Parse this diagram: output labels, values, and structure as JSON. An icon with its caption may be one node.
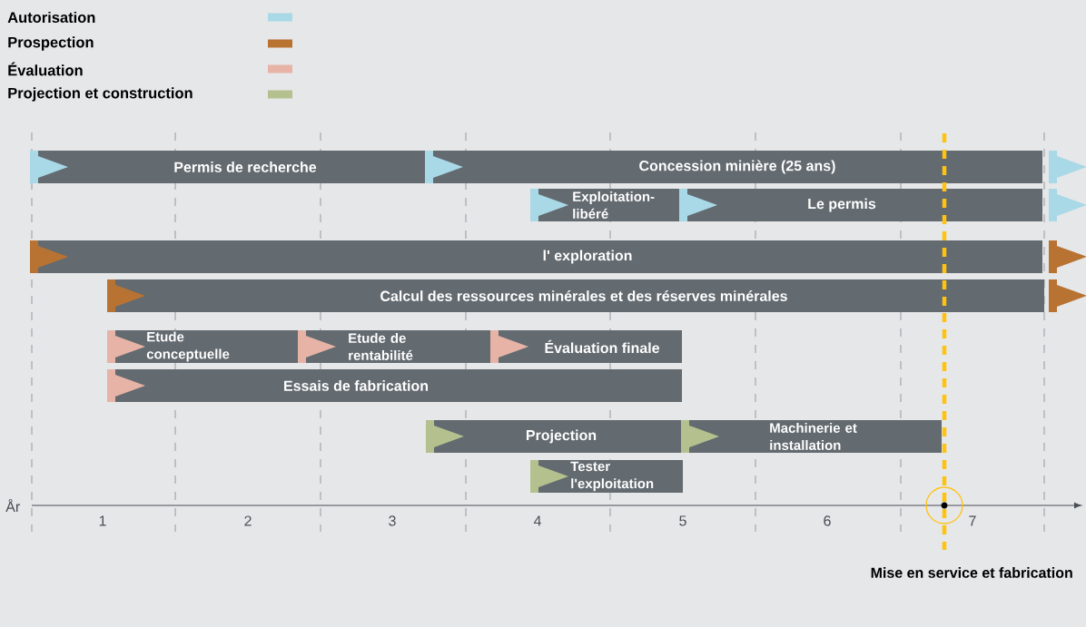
{
  "diagram": {
    "nodes": [
      {
        "text": [
          "Permis de recherche"
        ]
      },
      {
        "text": [
          "Concession minière (25 ans)"
        ]
      },
      {
        "text": [
          "Exploitation-libéré"
        ]
      },
      {
        "text": [
          "Le permis"
        ]
      },
      {
        "text": [
          "l' exploration"
        ]
      },
      {
        "text": [
          "Calcul des ressources minérales et des réserves minérales"
        ]
      },
      {
        "text": [
          "Etude conceptuelle"
        ]
      },
      {
        "text": [
          "Etude de rentabilité"
        ]
      },
      {
        "text": [
          "Évaluation finale"
        ]
      },
      {
        "text": [
          "Essais de fabrication"
        ]
      },
      {
        "text": [
          "Projection"
        ]
      },
      {
        "text": [
          "Machinerie et installation"
        ]
      },
      {
        "text": [
          "Tester l'exploitation"
        ]
      }
    ],
    "labels": [
      "År",
      "1",
      "2",
      "3",
      "4",
      "5",
      "6",
      "7",
      "Mise en service et fabrication"
    ],
    "legend": [
      {
        "text": "Autorisation",
        "color": "#a9d8e6"
      },
      {
        "text": "Prospection",
        "color": "#b87333"
      },
      {
        "text": "Évaluation",
        "color": "#e6b3a6"
      },
      {
        "text": "Projection et construction",
        "color": "#b4c18e"
      }
    ]
  }
}
